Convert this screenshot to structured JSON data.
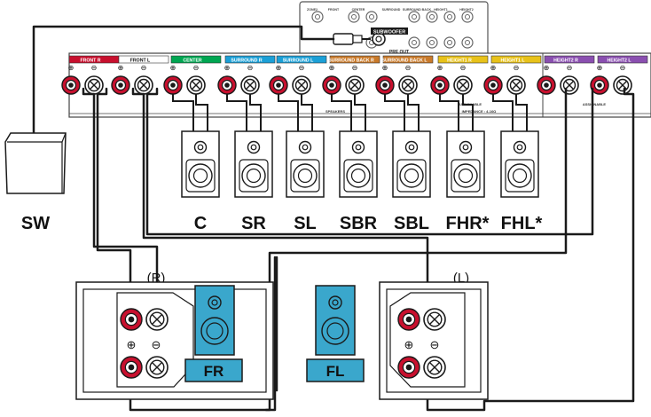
{
  "receiver": {
    "pre_out_top_labels": [
      "ZONE2",
      "FRONT",
      "CENTER",
      "SURROUND",
      "SURROUND BACK",
      "HEIGHT1",
      "HEIGHT2"
    ],
    "subwoofer_label": "SUBWOOFER",
    "pre_out_label": "PRE OUT",
    "channels": [
      {
        "label": "FRONT",
        "badge": "R",
        "color": "#c8102e"
      },
      {
        "label": "FRONT",
        "badge": "L",
        "color": "#ffffff"
      },
      {
        "label": "CENTER",
        "badge": "",
        "color": "#00a651"
      },
      {
        "label": "SURROUND",
        "badge": "R",
        "color": "#1ba0d7"
      },
      {
        "label": "SURROUND",
        "badge": "L",
        "color": "#1ba0d7"
      },
      {
        "label": "SURROUND BACK",
        "badge": "R",
        "color": "#c97a2a"
      },
      {
        "label": "SURROUND BACK",
        "badge": "L",
        "color": "#c97a2a"
      },
      {
        "label": "HEIGHT1",
        "badge": "R",
        "color": "#e8c21a"
      },
      {
        "label": "HEIGHT1",
        "badge": "L",
        "color": "#e8c21a"
      },
      {
        "label": "HEIGHT2",
        "badge": "R",
        "color": "#8a4fb0"
      },
      {
        "label": "HEIGHT2",
        "badge": "L",
        "color": "#8a4fb0"
      }
    ],
    "plus_symbol": "⊕",
    "minus_symbol": "⊖",
    "speakers_caption": "SPEAKERS",
    "impedance_caption": "IMPEDANCE : 4-16Ω",
    "assignable_1": "ASSIGNABLE",
    "assignable_2": "ASSIGNABLE"
  },
  "subwoofer_box_label": "SW",
  "small_speakers": [
    "C",
    "SR",
    "SL",
    "SBR",
    "SBL",
    "FHR*",
    "FHL*"
  ],
  "front_speakers": {
    "right_paren": "(R)",
    "left_paren": "(L)",
    "right_label": "FR",
    "left_label": "FL",
    "plus": "⊕",
    "minus": "⊖"
  },
  "colors": {
    "red_terminal": "#c8102e",
    "accent_blue": "#3aa7cc",
    "line": "#1a1a1a"
  }
}
